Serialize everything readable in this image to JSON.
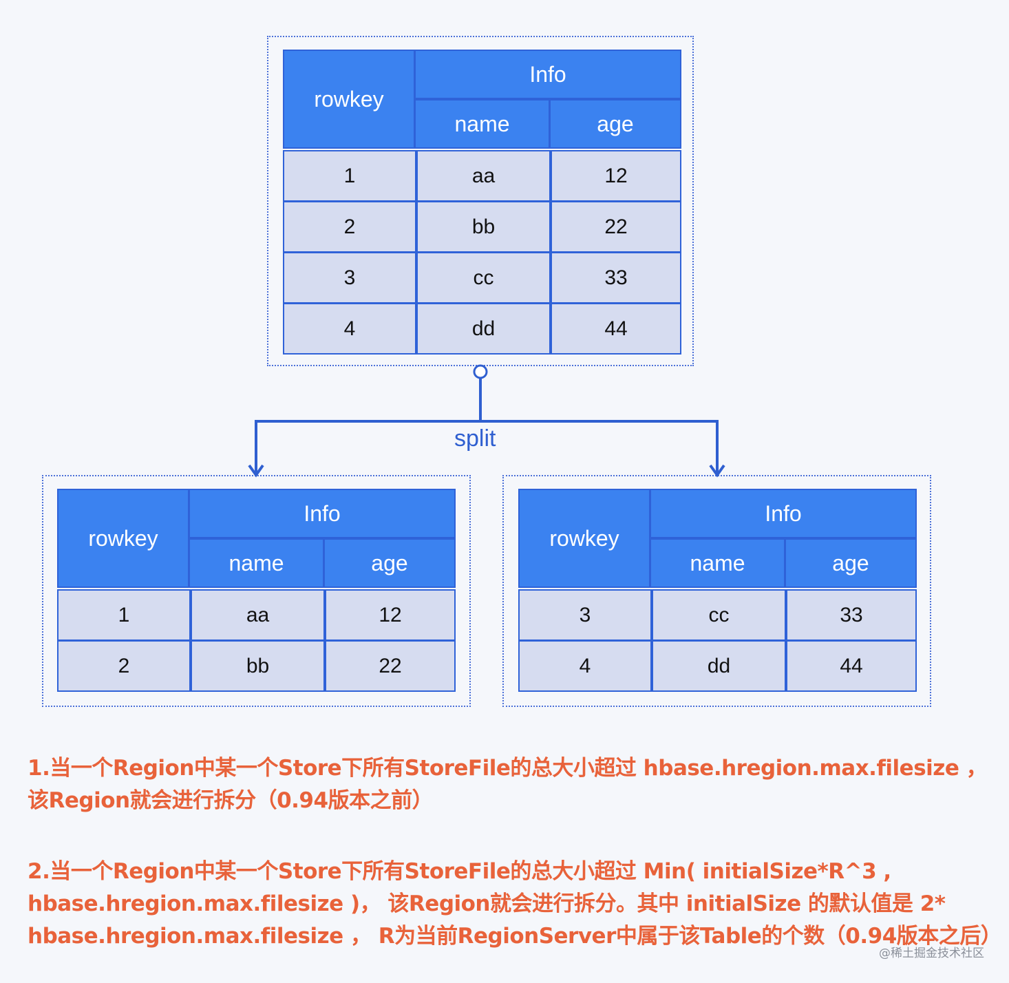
{
  "top_table": {
    "header": {
      "rowkey": "rowkey",
      "family": "Info",
      "col1": "name",
      "col2": "age"
    },
    "rows": [
      [
        "1",
        "aa",
        "12"
      ],
      [
        "2",
        "bb",
        "22"
      ],
      [
        "3",
        "cc",
        "33"
      ],
      [
        "4",
        "dd",
        "44"
      ]
    ]
  },
  "split_label": "split",
  "left_table": {
    "header": {
      "rowkey": "rowkey",
      "family": "Info",
      "col1": "name",
      "col2": "age"
    },
    "rows": [
      [
        "1",
        "aa",
        "12"
      ],
      [
        "2",
        "bb",
        "22"
      ]
    ]
  },
  "right_table": {
    "header": {
      "rowkey": "rowkey",
      "family": "Info",
      "col1": "name",
      "col2": "age"
    },
    "rows": [
      [
        "3",
        "cc",
        "33"
      ],
      [
        "4",
        "dd",
        "44"
      ]
    ]
  },
  "notes": [
    "1.当一个Region中某一个Store下所有StoreFile的总大小超过 hbase.hregion.max.filesize ，该Region就会进行拆分（0.94版本之前）",
    "2.当一个Region中某一个Store下所有StoreFile的总大小超过 Min( initialSize*R^3 , hbase.hregion.max.filesize )， 该Region就会进行拆分。其中 initialSize 的默认值是 2* hbase.hregion.max.filesize ， R为当前RegionServer中属于该Table的个数（0.94版本之后）"
  ],
  "watermark": "@稀土掘金技术社区",
  "colors": {
    "header_blue": "#3b82f0",
    "border_blue": "#2f62d8",
    "cell_fill": "#d6dcf0",
    "note_orange": "#e8623a",
    "connector": "#2f5fd0"
  }
}
